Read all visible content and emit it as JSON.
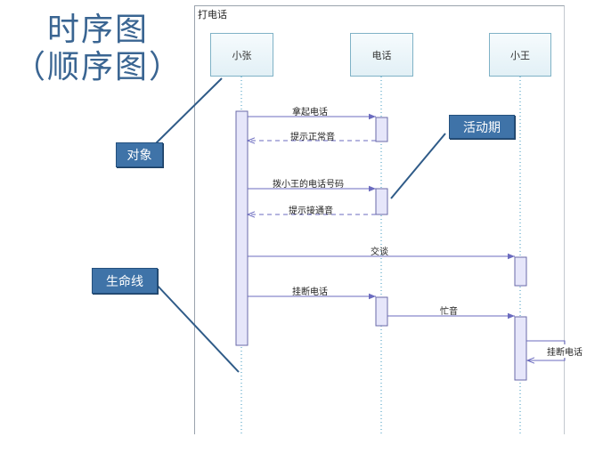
{
  "title": {
    "line1": "时序图",
    "line2": "（顺序图）"
  },
  "frame": {
    "label": "打电话"
  },
  "actors": [
    {
      "label": "小张"
    },
    {
      "label": "电话"
    },
    {
      "label": "小王"
    }
  ],
  "messages": [
    {
      "label": "拿起电话"
    },
    {
      "label": "提示正常音"
    },
    {
      "label": "拨小王的电话号码"
    },
    {
      "label": "提示接通音"
    },
    {
      "label": "交谈"
    },
    {
      "label": "挂断电话"
    },
    {
      "label": "忙音"
    },
    {
      "label": "挂断电话"
    }
  ],
  "callouts": {
    "object": "对象",
    "activation": "活动期",
    "lifeline": "生命线"
  },
  "colors": {
    "title": "#3a6592",
    "callout_fill": "#3f73a8",
    "lifeline": "#5aa8c8",
    "activation_fill": "#e6e6fa",
    "activation_border": "#6a6aa8",
    "arrow": "#6b6bbf",
    "pointer": "#2f5b88"
  }
}
